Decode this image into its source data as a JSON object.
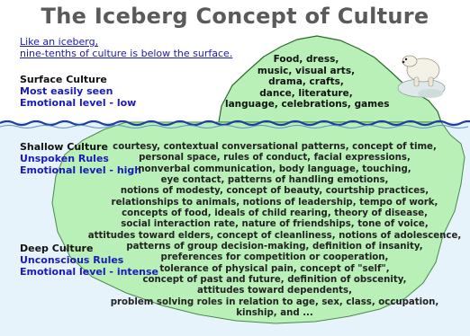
{
  "title": "The  Iceberg Concept of Culture",
  "intro": {
    "line1": "Like an iceberg,",
    "line2": "nine-tenths of culture is below the surface."
  },
  "surface": {
    "heading": "Surface Culture",
    "sub1": "Most easily seen",
    "sub2": "Emotional level - low",
    "items": [
      "Food, dress,",
      "music, visual arts,",
      "drama, crafts,",
      "dance, literature,",
      "language, celebrations, games"
    ]
  },
  "shallow": {
    "heading": "Shallow Culture",
    "sub1": "Unspoken Rules",
    "sub2": "Emotional level - high"
  },
  "deep": {
    "heading": "Deep Culture",
    "sub1": "Unconscious Rules",
    "sub2": "Emotional level - intense",
    "items": [
      "courtesy, contextual conversational patterns, concept of time,",
      "personal space, rules of conduct, facial expressions,",
      "nonverbal communication, body language, touching,",
      "eye contact, patterns of handling emotions,",
      "notions of modesty, concept of beauty, courtship practices,",
      "relationships to animals, notions of leadership, tempo of work,",
      "concepts of food, ideals of child rearing, theory of disease,",
      "social interaction rate, nature of friendships, tone of voice,",
      "attitudes toward elders, concept of cleanliness, notions of adolescence,",
      "patterns of group decision-making, definition of insanity,",
      "preferences for competition or cooperation,",
      "tolerance of physical pain, concept of \"self\",",
      "concept of past and future, definition of obscenity,",
      "attitudes toward dependents,",
      "problem solving roles in relation to age, sex, class, occupation,",
      "kinship, and ..."
    ]
  },
  "colors": {
    "ice_fill": "#b8f0b8",
    "ice_stroke": "#2a6a2a",
    "water": "#e6f3fa",
    "wave": "#1f3f9a",
    "label_blue": "#1a1ab8"
  }
}
